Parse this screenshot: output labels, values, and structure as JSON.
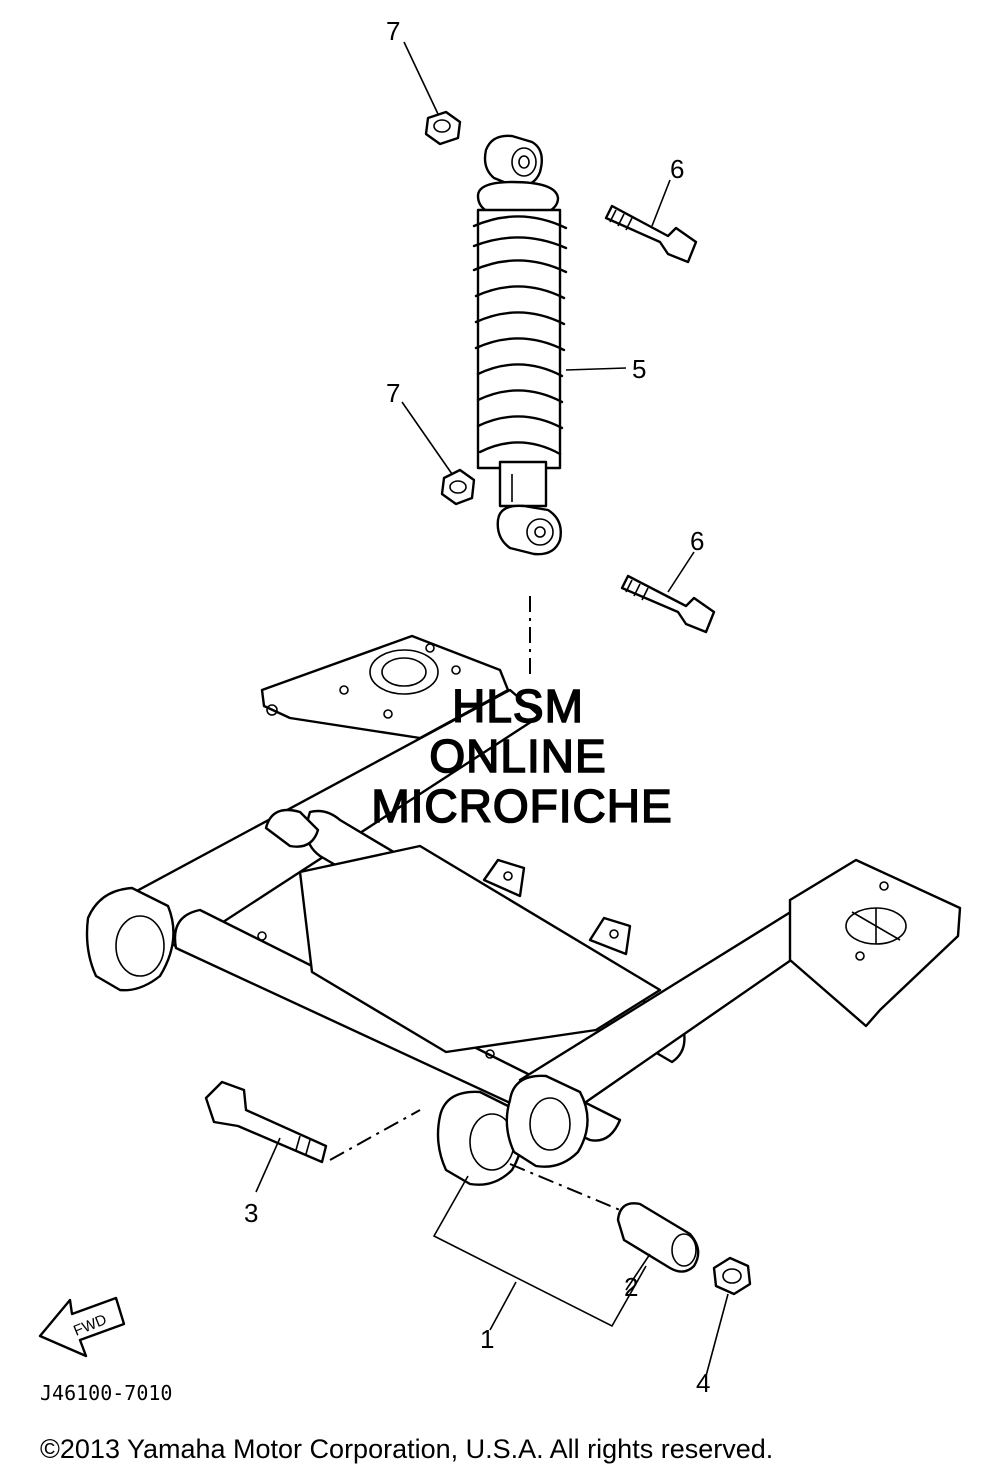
{
  "diagram": {
    "callouts": [
      {
        "id": "7a",
        "label": "7"
      },
      {
        "id": "6a",
        "label": "6"
      },
      {
        "id": "5",
        "label": "5"
      },
      {
        "id": "7b",
        "label": "7"
      },
      {
        "id": "6b",
        "label": "6"
      },
      {
        "id": "3",
        "label": "3"
      },
      {
        "id": "2",
        "label": "2"
      },
      {
        "id": "1",
        "label": "1"
      },
      {
        "id": "4",
        "label": "4"
      }
    ],
    "watermark": [
      "HLSM",
      "ONLINE",
      "MICROFICHE"
    ],
    "fwd_label": "FWD",
    "drawing_code": "J46100-7010",
    "copyright": "©2013 Yamaha Motor Corporation, U.S.A. All rights reserved."
  }
}
